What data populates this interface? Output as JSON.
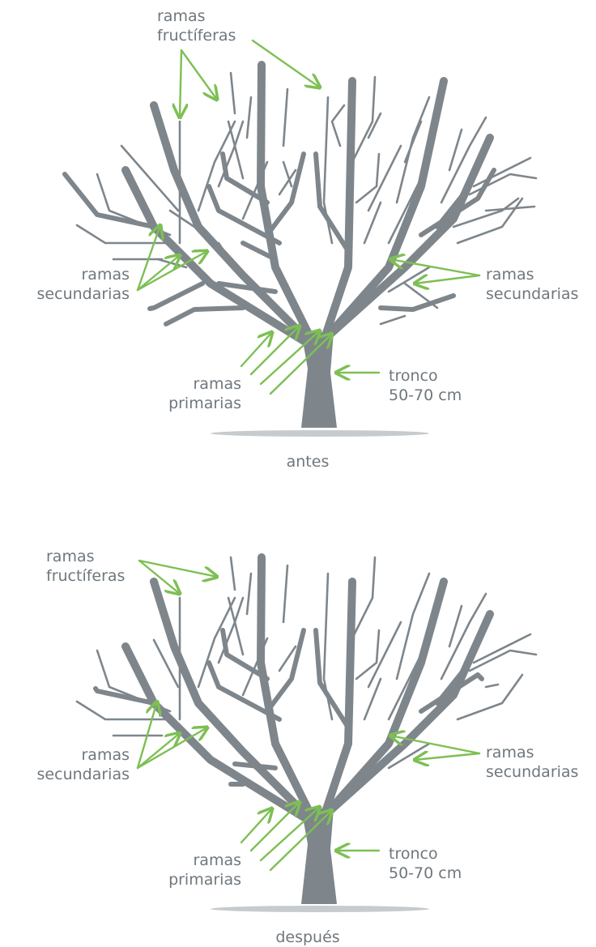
{
  "colors": {
    "branch": "#7e868c",
    "ground": "#c6cbcd",
    "arrow": "#7dbf54",
    "text": "#6f777d"
  },
  "diagrams": [
    {
      "caption": "antes",
      "labels": {
        "fruiting": [
          "ramas",
          "fructíferas"
        ],
        "secondary_left": [
          "ramas",
          "secundarias"
        ],
        "secondary_right": [
          "ramas",
          "secundarias"
        ],
        "primary": [
          "ramas",
          "primarias"
        ],
        "trunk": [
          "tronco",
          "50-70 cm"
        ]
      }
    },
    {
      "caption": "después",
      "labels": {
        "fruiting": [
          "ramas",
          "fructíferas"
        ],
        "secondary_left": [
          "ramas",
          "secundarias"
        ],
        "secondary_right": [
          "ramas",
          "secundarias"
        ],
        "primary": [
          "ramas",
          "primarias"
        ],
        "trunk": [
          "tronco",
          "50-70 cm"
        ]
      }
    }
  ]
}
